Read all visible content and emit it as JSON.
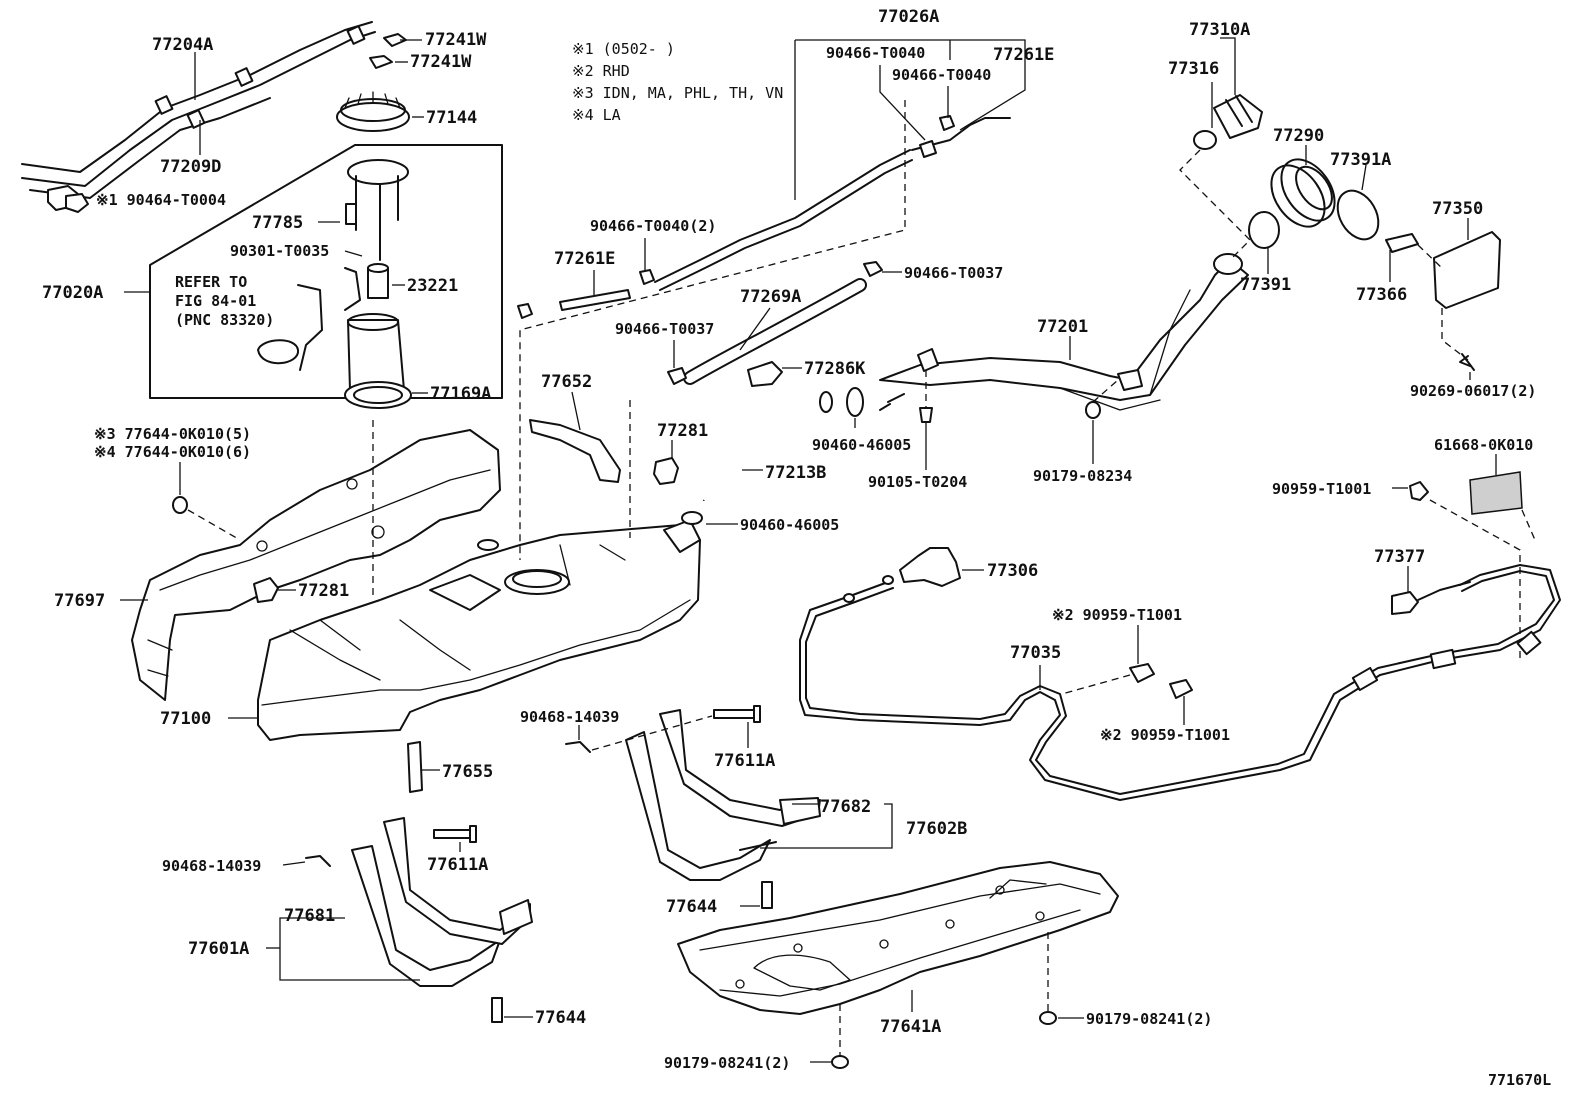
{
  "diagram": {
    "notes": [
      "※1 (0502-      )",
      "※2 RHD",
      "※3 IDN, MA, PHL, TH, VN",
      "※4 LA"
    ],
    "refer_box": [
      "REFER TO",
      "FIG 84-01",
      "(PNC 83320)"
    ],
    "drawing_id": "771670L",
    "labels": {
      "p77204A": "77204A",
      "p77241W_1": "77241W",
      "p77241W_2": "77241W",
      "p77144": "77144",
      "p77209D": "77209D",
      "p90464": "※1 90464-T0004",
      "p77785": "77785",
      "p90301": "90301-T0035",
      "p23221": "23221",
      "p77020A": "77020A",
      "p77169A": "77169A",
      "p77644_3": "※3 77644-0K010(5)",
      "p77644_4": "※4 77644-0K010(6)",
      "p77697": "77697",
      "p77281_a": "77281",
      "p77100": "77100",
      "p77655": "77655",
      "p77652": "77652",
      "p77281_b": "77281",
      "p77213B": "77213B",
      "p90460_a": "90460-46005",
      "p90460_b": "90460-46005",
      "p77261E_a": "77261E",
      "p77269A": "77269A",
      "p90466_T37a": "90466-T0037",
      "p90466_T37b": "90466-T0037",
      "p77286K": "77286K",
      "p90466_T40x2": "90466-T0040(2)",
      "p77026A": "77026A",
      "p90466_T40a": "90466-T0040",
      "p90466_T40b": "90466-T0040",
      "p77261E_b": "77261E",
      "p77201": "77201",
      "p90105": "90105-T0204",
      "p90179_08234": "90179-08234",
      "p77310A": "77310A",
      "p77316": "77316",
      "p77290": "77290",
      "p77391A": "77391A",
      "p77391": "77391",
      "p77350": "77350",
      "p77366": "77366",
      "p90269": "90269-06017(2)",
      "p61668": "61668-0K010",
      "p90959_a": "90959-T1001",
      "p77306": "77306",
      "p90959_b": "※2 90959-T1001",
      "p90959_c": "※2 90959-T1001",
      "p77035": "77035",
      "p77377": "77377",
      "p90468_a": "90468-14039",
      "p77611A_a": "77611A",
      "p77682": "77682",
      "p77602B": "77602B",
      "p77644_a": "77644",
      "p90468_b": "90468-14039",
      "p77611A_b": "77611A",
      "p77681": "77681",
      "p77601A": "77601A",
      "p77644_b": "77644",
      "p77641A": "77641A",
      "p90179_08241_a": "90179-08241(2)",
      "p90179_08241_b": "90179-08241(2)"
    }
  }
}
